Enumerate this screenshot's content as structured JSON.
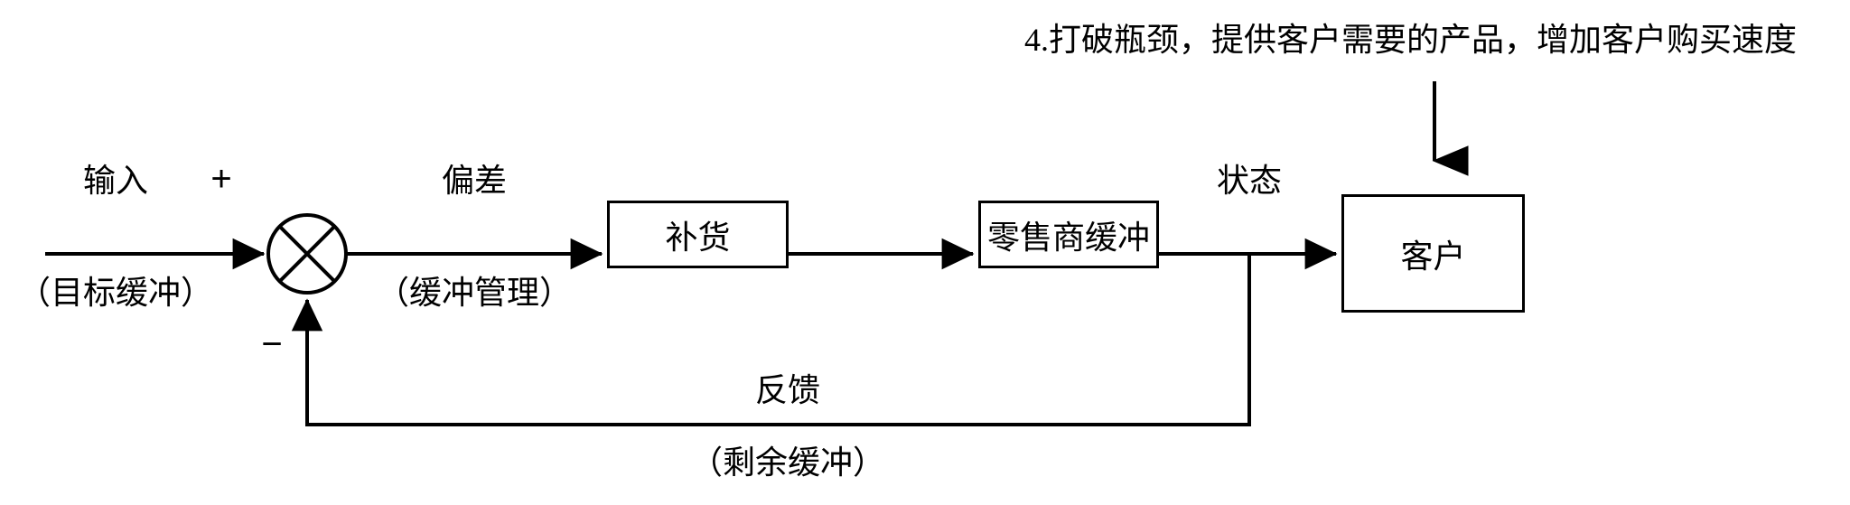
{
  "diagram": {
    "title_note": "4.打破瓶颈，提供客户需要的产品，增加客户购买速度",
    "input": {
      "label": "输入",
      "sublabel": "（目标缓冲）",
      "sign": "+"
    },
    "summing_junction": {
      "name": "summing-junction",
      "negative_sign": "−"
    },
    "error_signal": {
      "label": "偏差",
      "sublabel": "（缓冲管理）"
    },
    "blocks": [
      {
        "id": "replenishment",
        "label": "补货"
      },
      {
        "id": "retailer-buffer",
        "label": "零售商缓冲"
      },
      {
        "id": "customer",
        "label": "客户"
      }
    ],
    "state_signal": {
      "label": "状态"
    },
    "feedback_signal": {
      "label": "反馈",
      "sublabel": "（剩余缓冲）"
    },
    "colors": {
      "stroke": "#000000",
      "background": "#ffffff",
      "text": "#000000"
    }
  }
}
